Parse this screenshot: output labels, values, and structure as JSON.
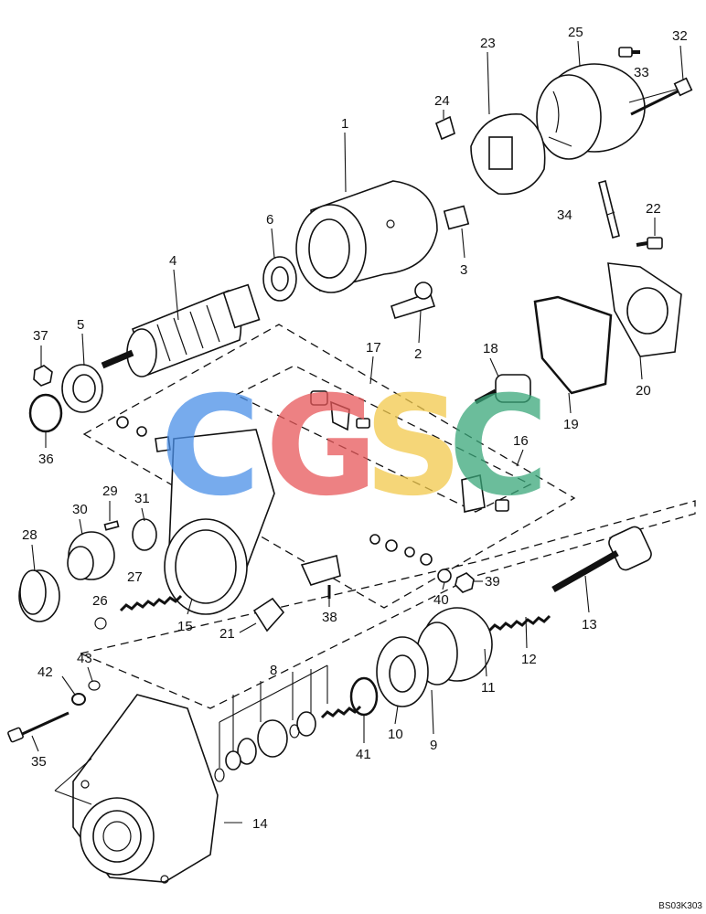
{
  "diagram": {
    "reference_code": "BS03K303",
    "watermark": {
      "text": "CGSC",
      "colors": {
        "C1": "#4a8fe8",
        "G": "#e8585a",
        "S": "#f2c94c",
        "C2": "#3aa77a"
      }
    },
    "callouts": [
      "1",
      "2",
      "3",
      "4",
      "5",
      "6",
      "8",
      "9",
      "10",
      "11",
      "12",
      "13",
      "14",
      "15",
      "16",
      "17",
      "18",
      "19",
      "20",
      "21",
      "22",
      "23",
      "24",
      "25",
      "26",
      "27",
      "28",
      "29",
      "30",
      "31",
      "32",
      "33",
      "34",
      "35",
      "36",
      "37",
      "38",
      "39",
      "40",
      "41",
      "42",
      "43"
    ]
  }
}
